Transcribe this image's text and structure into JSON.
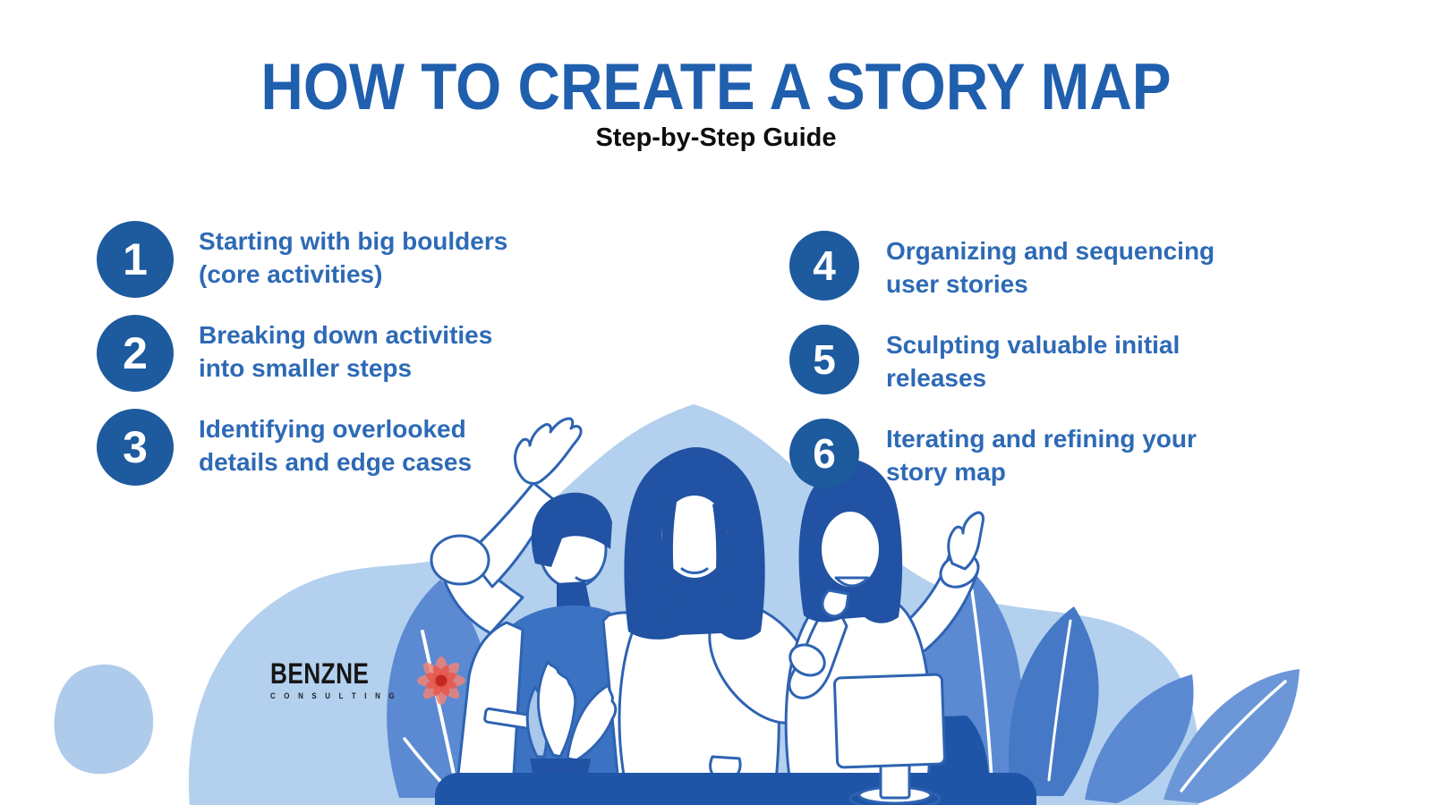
{
  "header": {
    "title": "HOW TO CREATE A STORY MAP",
    "subtitle": "Step-by-Step Guide"
  },
  "steps": [
    {
      "number": "1",
      "label": "Starting with big boulders\n(core activities)"
    },
    {
      "number": "2",
      "label": "Breaking down activities\ninto smaller steps"
    },
    {
      "number": "3",
      "label": "Identifying overlooked\ndetails and edge cases"
    },
    {
      "number": "4",
      "label": "Organizing and sequencing\nuser stories"
    },
    {
      "number": "5",
      "label": "Sculpting valuable initial\nreleases"
    },
    {
      "number": "6",
      "label": "Iterating and refining your\nstory map"
    }
  ],
  "logo": {
    "brand": "BENZNE",
    "tagline": "C O N S U L T I N G",
    "flower_icon": "benzne-flower-icon"
  },
  "colors": {
    "title_blue": "#1f5fae",
    "step_text_blue": "#2d6ab6",
    "step_circle_blue": "#1d5a9e",
    "illustration_outline_blue": "#2e63b2",
    "illustration_dark_blue": "#2152a3",
    "illustration_medium_blue": "#3c72c2",
    "leaf_blue": "#5b8ad2",
    "background_light_blue": "#b3d0ee",
    "logo_flower_red": "#e4574e",
    "logo_text_black": "#161616"
  }
}
